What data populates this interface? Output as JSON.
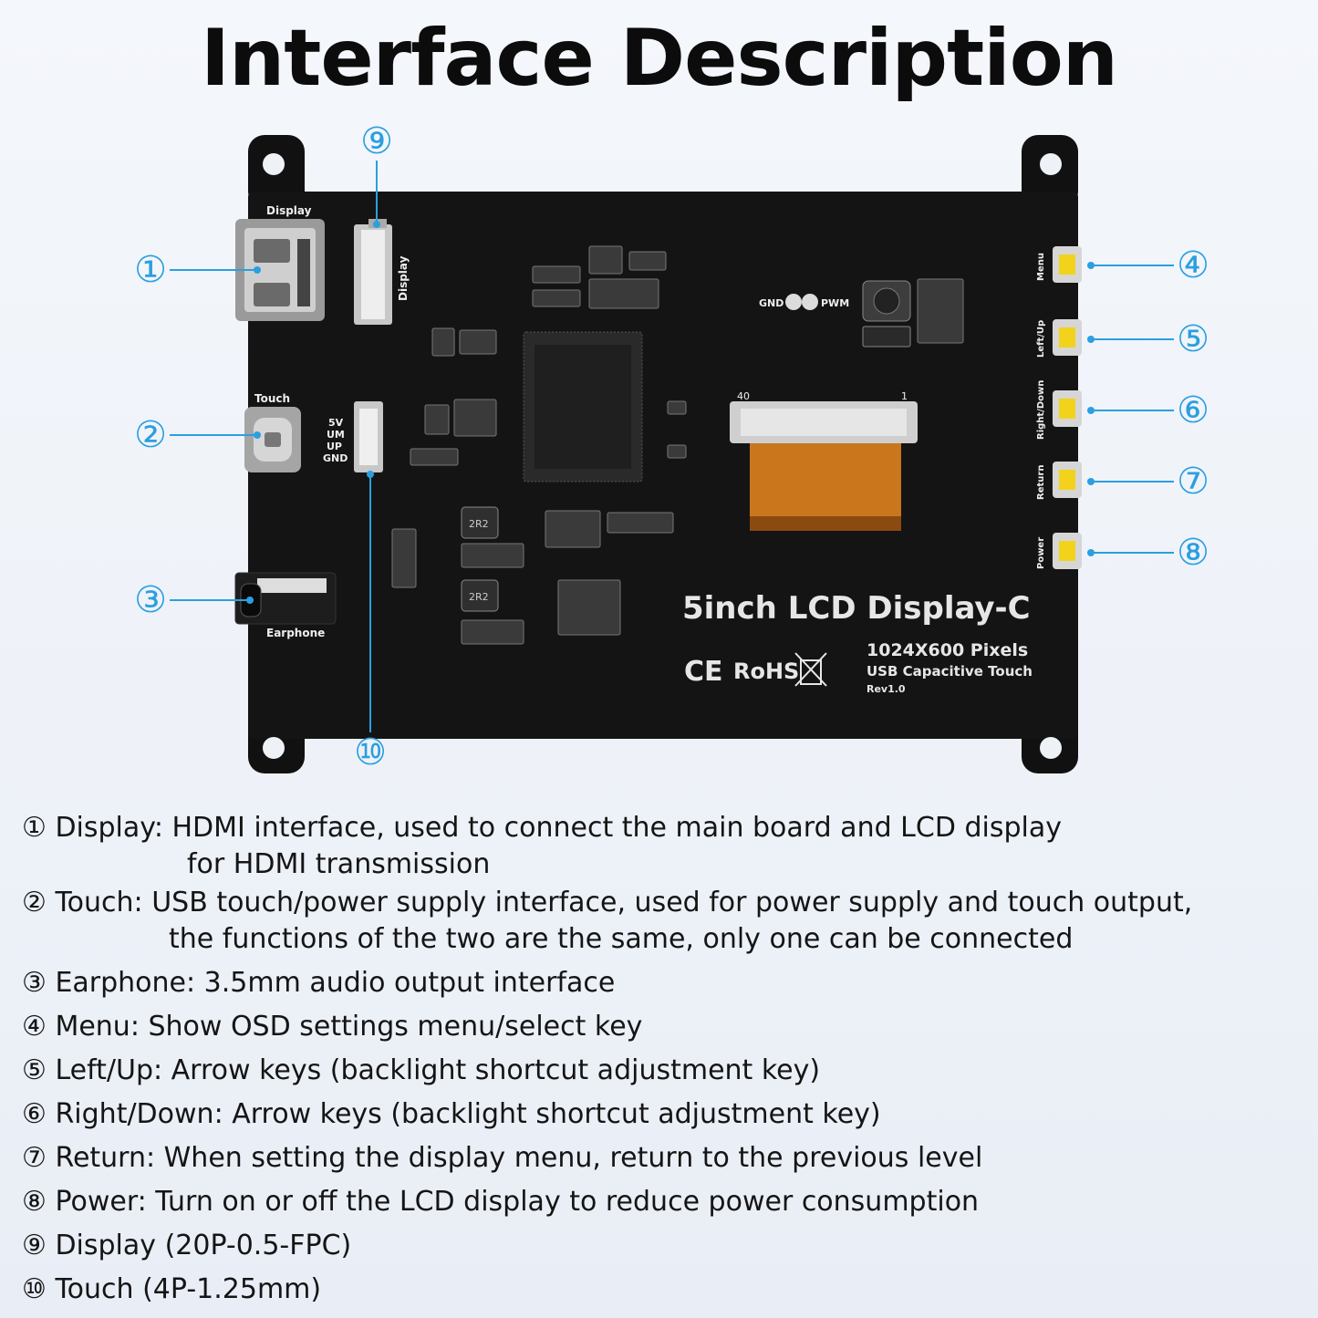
{
  "title": "Interface Description",
  "board": {
    "silk_display": "Display",
    "silk_display_fpc": "Display",
    "silk_touch": "Touch",
    "silk_earphone": "Earphone",
    "silk_5v": "5V",
    "silk_um": "UM",
    "silk_up": "UP",
    "silk_gnd": "GND",
    "silk_gnd_pwm_a": "GND",
    "silk_gnd_pwm_b": "PWM",
    "silk_40": "40",
    "silk_1": "1",
    "silk_2r2_a": "2R2",
    "silk_2r2_b": "2R2",
    "product_name": "5inch LCD Display-C",
    "resolution": "1024X600 Pixels",
    "touch_type": "USB Capacitive Touch",
    "revision": "Rev1.0",
    "cert_ce": "CE",
    "cert_rohs": "RoHS",
    "btn_menu": "Menu",
    "btn_leftup": "Left/Up",
    "btn_rightdown": "Right/Down",
    "btn_return": "Return",
    "btn_power": "Power",
    "callout_color": "#2b9fe0"
  },
  "callouts": [
    "①",
    "②",
    "③",
    "④",
    "⑤",
    "⑥",
    "⑦",
    "⑧",
    "⑨",
    "⑩"
  ],
  "descriptions": [
    {
      "marker": "①",
      "line1": "Display: HDMI interface, used to connect the main board and LCD display",
      "line2": "for HDMI transmission"
    },
    {
      "marker": "②",
      "line1": "Touch: USB touch/power supply interface, used for power supply and touch output,",
      "line2": "the functions of the two are the same, only one can be connected"
    },
    {
      "marker": "③",
      "line1": "Earphone: 3.5mm audio output interface"
    },
    {
      "marker": "④",
      "line1": "Menu: Show OSD settings menu/select key"
    },
    {
      "marker": "⑤",
      "line1": "Left/Up: Arrow keys (backlight shortcut adjustment key)"
    },
    {
      "marker": "⑥",
      "line1": "Right/Down: Arrow keys (backlight shortcut adjustment key)"
    },
    {
      "marker": "⑦",
      "line1": "Return: When setting the display menu, return to the previous level"
    },
    {
      "marker": "⑧",
      "line1": "Power: Turn on or off the LCD display to reduce power consumption"
    },
    {
      "marker": "⑨",
      "line1": "Display (20P-0.5-FPC)"
    },
    {
      "marker": "⑩",
      "line1": "Touch (4P-1.25mm)"
    }
  ]
}
